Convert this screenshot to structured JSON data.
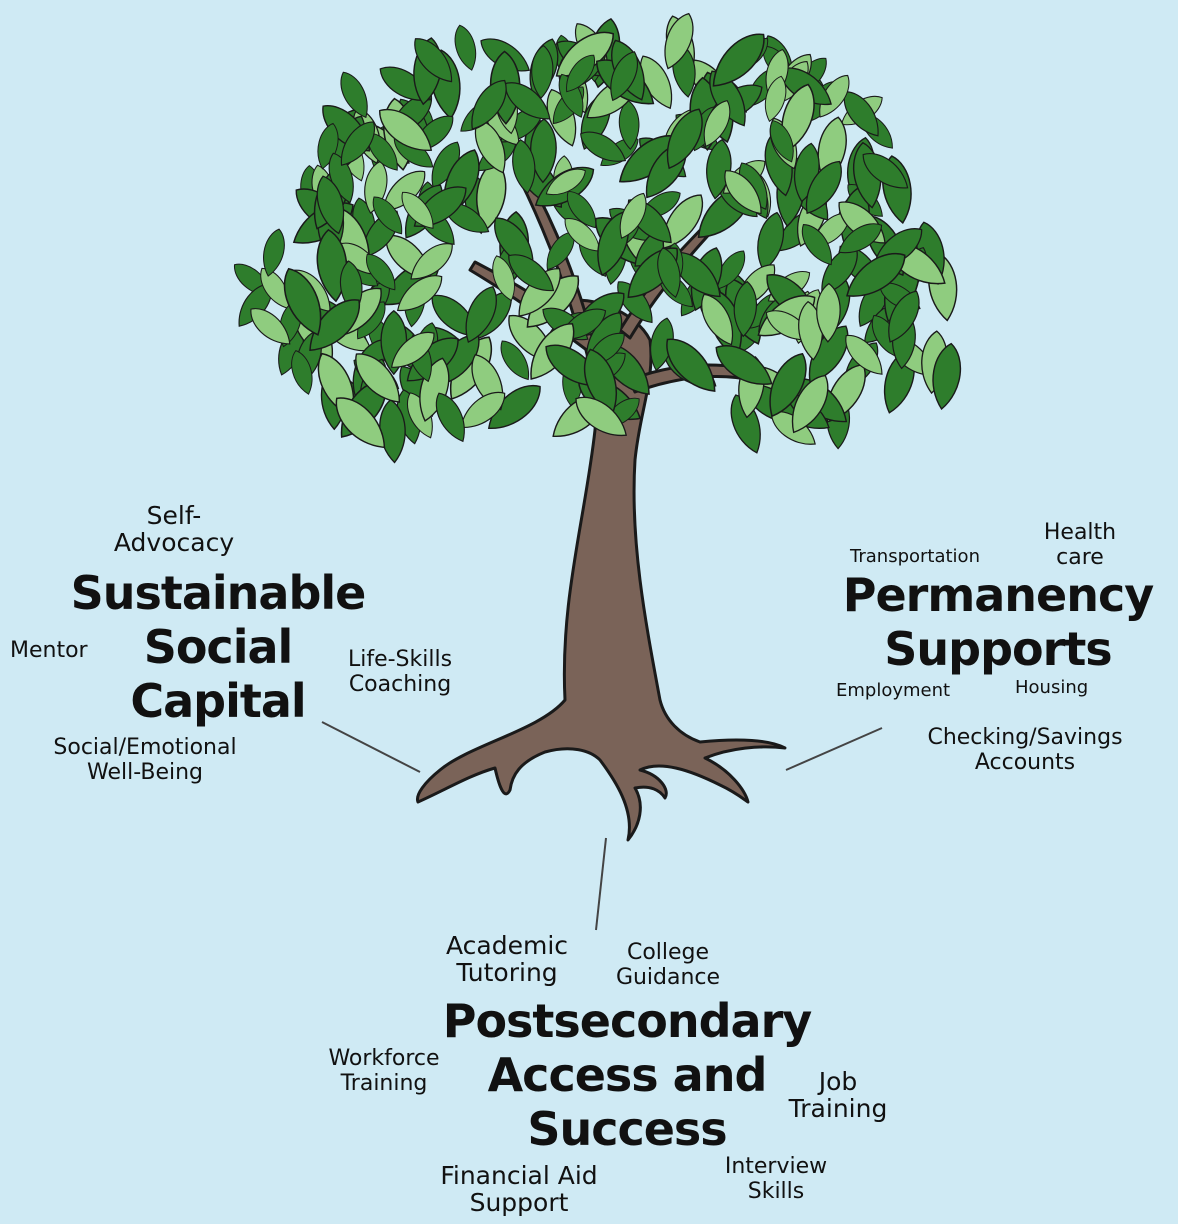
{
  "colors": {
    "background": "#cfeaf4",
    "leaf_dark": "#2e7d2c",
    "leaf_light": "#8fcc7f",
    "trunk": "#7a6358",
    "outline": "#1a1a1a"
  },
  "clusters": {
    "social_capital": {
      "title": "Sustainable\nSocial\nCapital",
      "items": {
        "self_advocacy": "Self-\nAdvocacy",
        "mentor": "Mentor",
        "life_skills": "Life-Skills\nCoaching",
        "wellbeing": "Social/Emotional\nWell-Being"
      }
    },
    "permanency": {
      "title": "Permanency\nSupports",
      "items": {
        "transportation": "Transportation",
        "health_care": "Health\ncare",
        "employment": "Employment",
        "housing": "Housing",
        "checking": "Checking/Savings\nAccounts"
      }
    },
    "postsecondary": {
      "title": "Postsecondary\nAccess and\nSuccess",
      "items": {
        "academic_tutoring": "Academic\nTutoring",
        "college_guidance": "College\nGuidance",
        "workforce_training": "Workforce\nTraining",
        "job_training": "Job\nTraining",
        "financial_aid": "Financial Aid\nSupport",
        "interview_skills": "Interview\nSkills"
      }
    }
  }
}
